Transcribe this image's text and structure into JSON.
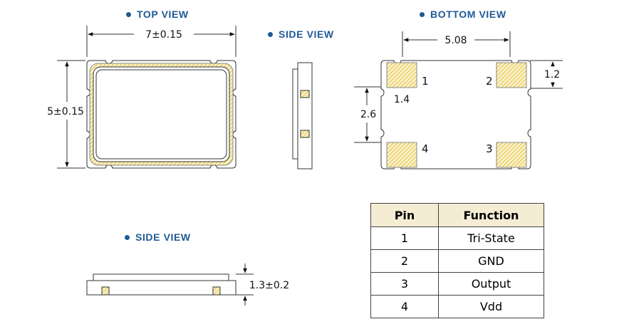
{
  "views": {
    "top": "TOP VIEW",
    "side_right": "SIDE VIEW",
    "bottom": "BOTTOM VIEW",
    "side_lower": "SIDE VIEW"
  },
  "dimensions": {
    "length": "7±0.15",
    "width": "5±0.15",
    "pad_pitch_x": "5.08",
    "pad_height": "1.2",
    "pad_width": "1.4",
    "pad_pitch_y": "2.6",
    "height": "1.3±0.2"
  },
  "pin_numbers": [
    "1",
    "2",
    "3",
    "4"
  ],
  "pin_table": {
    "headers": [
      "Pin",
      "Function"
    ],
    "rows": [
      {
        "pin": "1",
        "function": "Tri-State"
      },
      {
        "pin": "2",
        "function": "GND"
      },
      {
        "pin": "3",
        "function": "Output"
      },
      {
        "pin": "4",
        "function": "Vdd"
      }
    ]
  },
  "colors": {
    "title_blue": "#1f5a96",
    "pad_hatch": "#e9cf5c",
    "header_fill": "#f4ecd3"
  }
}
